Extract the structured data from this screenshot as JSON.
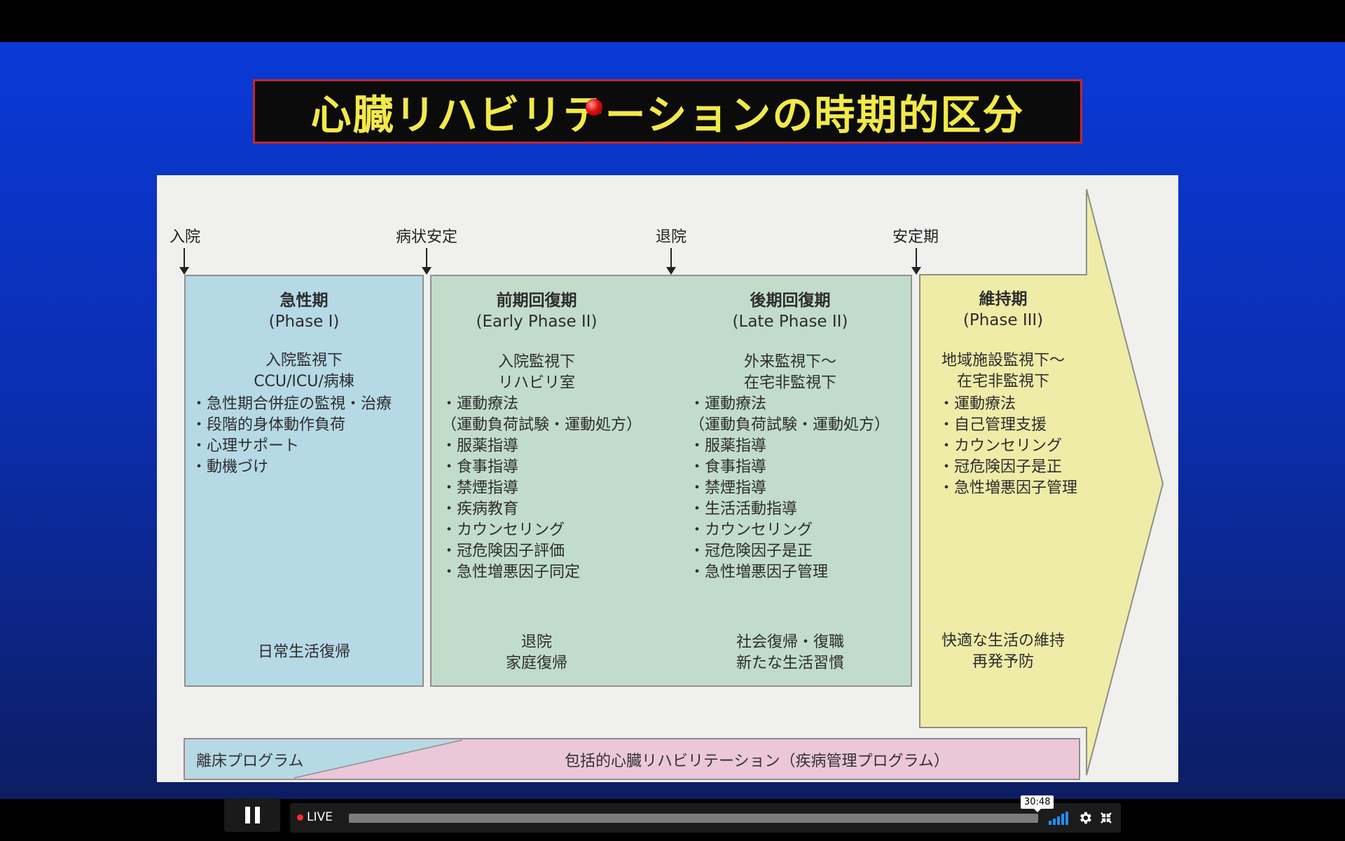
{
  "slide": {
    "title": "心臓リハビリテーションの時期的区分",
    "milestones": [
      "入院",
      "病状安定",
      "退院",
      "安定期"
    ],
    "phases": [
      {
        "name": "急性期",
        "sub": "(Phase I)",
        "location": [
          "入院監視下",
          "CCU/ICU/病棟"
        ],
        "items": [
          "・急性期合併症の監視・治療",
          "・段階的身体動作負荷",
          "・心理サポート",
          "・動機づけ"
        ],
        "goal": [
          "日常生活復帰"
        ]
      },
      {
        "name": "前期回復期",
        "sub": "(Early Phase II)",
        "location": [
          "入院監視下",
          "リハビリ室"
        ],
        "items": [
          "・運動療法",
          "（運動負荷試験・運動処方）",
          "・服薬指導",
          "・食事指導",
          "・禁煙指導",
          "・疾病教育",
          "・カウンセリング",
          "・冠危険因子評価",
          "・急性増悪因子同定"
        ],
        "goal": [
          "退院",
          "家庭復帰"
        ]
      },
      {
        "name": "後期回復期",
        "sub": "(Late Phase II)",
        "location": [
          "外来監視下〜",
          "在宅非監視下"
        ],
        "items": [
          "・運動療法",
          "（運動負荷試験・運動処方）",
          "・服薬指導",
          "・食事指導",
          "・禁煙指導",
          "・生活活動指導",
          "・カウンセリング",
          "・冠危険因子是正",
          "・急性増悪因子管理"
        ],
        "goal": [
          "社会復帰・復職",
          "新たな生活習慣"
        ]
      },
      {
        "name": "維持期",
        "sub": "(Phase III)",
        "location": [
          "地域施設監視下〜",
          "在宅非監視下"
        ],
        "items": [
          "・運動療法",
          "・自己管理支援",
          "・カウンセリング",
          "・冠危険因子是正",
          "・急性増悪因子管理"
        ],
        "goal": [
          "快適な生活の維持",
          "再発予防"
        ]
      }
    ],
    "bottom_left": "離床プログラム",
    "bottom_main": "包括的心臓リハビリテーション（疾病管理プログラム）"
  },
  "player": {
    "live_label": "LIVE",
    "time_tooltip": "30:48",
    "progress": 1.0,
    "icons": [
      "pause-icon",
      "signal-bars-icon",
      "gear-icon",
      "fullscreen-exit-icon"
    ]
  },
  "colors": {
    "title_text": "#f2e94a",
    "title_border": "#c3262e",
    "phase1_bg": "#b6d9e6",
    "phase2_bg": "#c2dccb",
    "phase3_bg": "#efeca8",
    "bottom_pink": "#ecc7d8",
    "live_dot": "#ff2a2a"
  }
}
